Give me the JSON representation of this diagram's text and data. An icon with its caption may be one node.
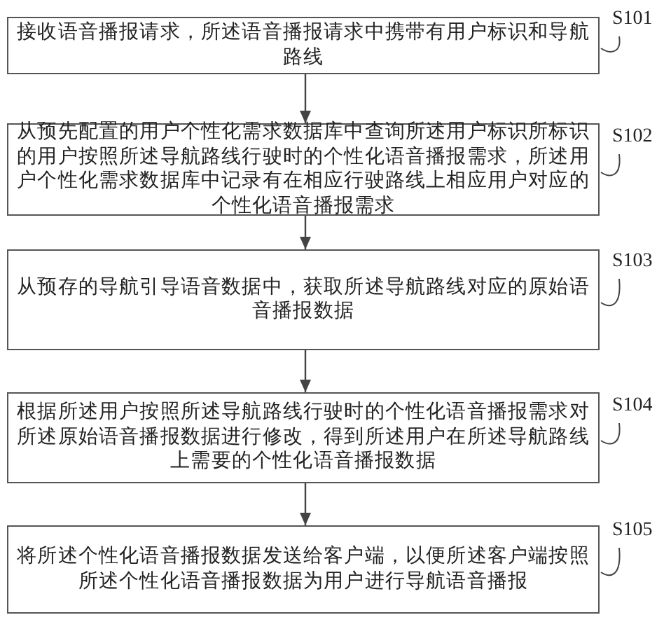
{
  "diagram": {
    "nodes": [
      {
        "text": [
          "接收语音播报请求，所述语音播报请求中携带有用户标识和导航路线"
        ]
      },
      {
        "text": [
          "从预先配置的用户个性化需求数据库中查询所述用户标识所标识的用户按照所述导航路线行驶时的个性化语音播报需求，所述用户个性化需求数据库中记录有在相应行驶路线上相应用户对应的个性化语音播报需求"
        ]
      },
      {
        "text": [
          "从预存的导航引导语音数据中，获取所述导航路线对应的原始语音播报数据"
        ]
      },
      {
        "text": [
          "根据所述用户按照所述导航路线行驶时的个性化语音播报需求对所述原始语音播报数据进行修改，得到所述用户在所述导航路线上需要的个性化语音播报数据"
        ]
      },
      {
        "text": [
          "将所述个性化语音播报数据发送给客户端，以便所述客户端按照所述个性化语音播报数据为用户进行导航语音播报"
        ]
      },
      {
        "text": [
          "S101"
        ]
      },
      {
        "text": [
          "S102"
        ]
      },
      {
        "text": [
          "S103"
        ]
      },
      {
        "text": [
          "S104"
        ]
      },
      {
        "text": [
          "S105"
        ]
      }
    ],
    "edges": [
      {
        "from": 0,
        "to": 1,
        "arrow": "to"
      },
      {
        "from": 1,
        "to": 2,
        "arrow": "to"
      },
      {
        "from": 2,
        "to": 3,
        "arrow": "to"
      },
      {
        "from": 3,
        "to": 4,
        "arrow": "to"
      },
      {
        "from": 5,
        "to": 0,
        "arrow": "none"
      },
      {
        "from": 6,
        "to": 1,
        "arrow": "none"
      },
      {
        "from": 7,
        "to": 2,
        "arrow": "none"
      },
      {
        "from": 8,
        "to": 3,
        "arrow": "none"
      },
      {
        "from": 9,
        "to": 4,
        "arrow": "none"
      }
    ]
  }
}
